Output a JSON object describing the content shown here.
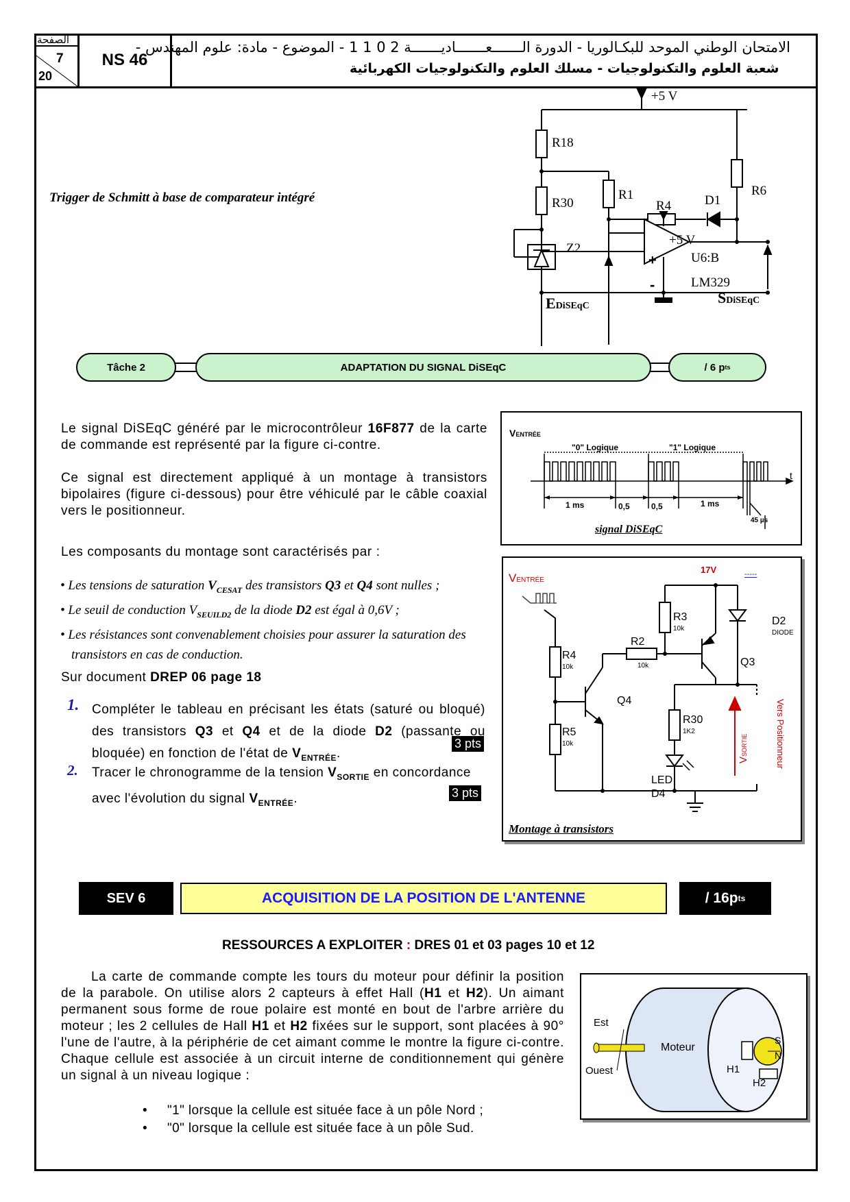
{
  "header": {
    "page_label": "الصفحة",
    "page_num": "7",
    "page_total": "20",
    "code": "NS 46",
    "line1": "الامتحان الوطني الموحد للبكـالوريا - الدورة الـــــــعـــــــاديـــــــة  2 0 1 1 - الموضوع - مادة: علوم المهندس -",
    "line2": "شعبة العلوم والتكنولوجيات -  مسلك العلوم والتكنولوجيات الكهربائية"
  },
  "schmitt": {
    "caption": "Trigger de Schmitt à base de comparateur intégré",
    "labels": {
      "vcc_top": "+5  V",
      "r18": "R18",
      "r30": "R30",
      "r1": "R1",
      "r4": "R4",
      "d1": "D1",
      "r6": "R6",
      "z2": "Z2",
      "vcc_op": "+5 V",
      "u6": "U6:B",
      "lm": "LM329",
      "plus": "+",
      "minus": "-",
      "e_main": "E",
      "e_sub": "DiSEqC",
      "s_main": "S",
      "s_sub": "DiSEqC"
    }
  },
  "task2": {
    "label": "Tâche 2",
    "title": "ADAPTATION DU SIGNAL DiSEqC",
    "points": "/ 6 p",
    "points_sup": "ts"
  },
  "intro": {
    "p1_a": "Le signal DiSEqC généré par le microcontrôleur ",
    "p1_b": "16F877",
    "p1_c": " de la carte de commande est représenté par la figure ci-contre.",
    "p2": "Ce signal est directement appliqué à un montage à transistors bipolaires (figure ci-dessous) pour être véhiculé par le câble coaxial vers le positionneur.",
    "p3": "Les composants du montage sont caractérisés par :",
    "b1_a": "Les tensions de saturation ",
    "b1_b": "V",
    "b1_c": "CESAT",
    "b1_d": " des transistors ",
    "b1_e": "Q3",
    "b1_f": " et ",
    "b1_g": "Q4",
    "b1_h": " sont nulles ;",
    "b2_a": "Le seuil de conduction V",
    "b2_b": "SEUILD2",
    "b2_c": " de la diode ",
    "b2_d": "D2",
    "b2_e": " est égal à 0,6V ;",
    "b3": "Les résistances sont convenablement choisies pour assurer la saturation des transistors en cas de conduction.",
    "doc_a": "Sur document ",
    "doc_b": "DREP 06 page 18"
  },
  "questions": [
    {
      "num": "1.",
      "t_a": "Compléter le tableau en précisant les états (saturé ou bloqué) des transistors ",
      "t_b": "Q3",
      "t_c": " et ",
      "t_d": "Q4",
      "t_e": " et de la diode ",
      "t_f": "D2",
      "t_g": " (passante ou bloquée) en fonction de l'état de ",
      "t_h": "V",
      "t_i": "ENTRÉE",
      "t_j": ".",
      "pts": "3 pts"
    },
    {
      "num": "2.",
      "t_a": "Tracer le chronogramme de la tension ",
      "t_b": "V",
      "t_c": "SORTIE",
      "t_d": " en concordance avec l'évolution du signal ",
      "t_e": "V",
      "t_f": "ENTRÉE",
      "t_g": ".",
      "pts": "3 pts"
    }
  ],
  "signal_fig": {
    "v_main": "V",
    "v_sub": "ENTRÉE",
    "logic0": "\"0\" Logique",
    "logic1": "\"1\" Logique",
    "t": "t",
    "ms1": "1 ms",
    "h1": "0,5",
    "h2": "0,5",
    "ms2": "1 ms",
    "us": "45 µs",
    "caption": "signal DiSEqC"
  },
  "montage": {
    "v17": "17V",
    "dashes": "-----",
    "v_main": "V",
    "v_sub": "ENTRÉE",
    "r3": "R3",
    "r3v": "10k",
    "r2": "R2",
    "r2v": "10k",
    "r4": "R4",
    "r4v": "10k",
    "r5": "R5",
    "r5v": "10k",
    "r30": "R30",
    "r30v": "1K2",
    "q3": "Q3",
    "q4": "Q4",
    "d2": "D2",
    "d2s": "DIODE",
    "led": "LED",
    "d4": "D4",
    "vs_main": "V",
    "vs_sub": "SORTIE",
    "vers": "Vers Positionneur",
    "caption": "Montage à transistors"
  },
  "sev6": {
    "label": "SEV 6",
    "title": "ACQUISITION DE LA POSITION DE L'ANTENNE",
    "points": "/ 16p",
    "points_sup": "ts"
  },
  "resources": {
    "a": "RESSOURCES A EXPLOITER ",
    "b": ":",
    "c": " DRES 01 et 03 pages 10 et 12"
  },
  "sev_body": {
    "p_a": "La carte de commande compte les tours du moteur pour définir la position de la parabole. On utilise alors 2 capteurs à effet Hall (",
    "p_b": "H1",
    "p_c": " et ",
    "p_d": "H2",
    "p_e": "). Un aimant permanent sous forme de roue polaire est  monté en bout de l'arbre arrière du moteur ; les 2 cellules de Hall ",
    "p_f": "H1",
    "p_g": " et ",
    "p_h": "H2",
    "p_i": " fixées sur le support, sont placées à 90° l'une de l'autre, à la périphérie de cet aimant comme le montre la figure ci-contre. Chaque cellule est associée à un circuit interne de conditionnement qui génère un signal à un niveau logique :",
    "bullets": [
      "\"1\" lorsque la cellule est située face à un pôle Nord ;",
      "\"0\" lorsque la cellule est située face à un pôle Sud."
    ]
  },
  "motor_fig": {
    "est": "Est",
    "ouest": "Ouest",
    "moteur": "Moteur",
    "s": "S",
    "n": "N",
    "h1": "H1",
    "h2": "H2"
  },
  "colors": {
    "pill": "#c9f2cd",
    "yellow_title": "#ffff99",
    "blue_title": "#1a1aff",
    "red_label": "#cc0000",
    "motor_fill": "#dde6f5",
    "magnet": "#f2e21c"
  }
}
